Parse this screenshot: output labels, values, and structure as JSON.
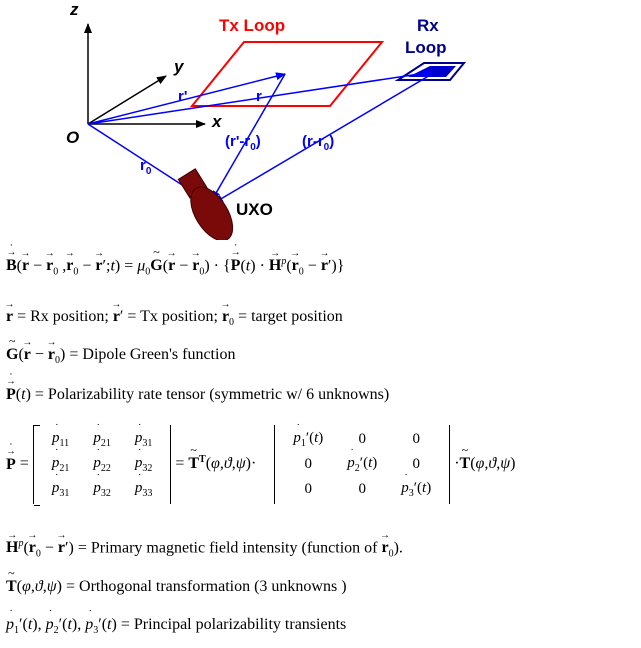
{
  "diagram": {
    "labels": {
      "z": "z",
      "y": "y",
      "x": "x",
      "origin": "O",
      "tx_loop": "Tx Loop",
      "rx_loop_1": "Rx",
      "rx_loop_2": "Loop",
      "r_prime": "r'",
      "r": "r",
      "r_prime_minus_r0": "(r'-r",
      "r_prime_minus_r0_sub": "0",
      "r_minus_r0": "(r-r",
      "r_minus_r0_sub": "0",
      "r0": "r",
      "r0_sub": "0",
      "uxo": "UXO"
    },
    "colors": {
      "tx_loop": "#ff0000",
      "rx_loop": "#00008b",
      "vectors": "#0000ff",
      "uxo_body": "#7a0a0a",
      "axes": "#000000"
    }
  },
  "equations": {
    "eq1": {
      "lhs": "(r − r₀, r₀ − r′; t) = μ₀",
      "rhs": "(r − r₀) · {P(t) · Hᵖ(r₀ − r′)}"
    },
    "eq2": {
      "part1": " = Rx position; ",
      "part2": " = Tx position; ",
      "part3": " = target position"
    },
    "eq3": {
      "text": " =  Dipole Green's function"
    },
    "eq4": {
      "text": " = Polarizability rate tensor (symmetric w/ 6 unknowns)"
    },
    "eq5": {
      "matrix_left": [
        [
          "p11",
          "p21",
          "p31"
        ],
        [
          "p21",
          "p22",
          "p32"
        ],
        [
          "p31",
          "p32",
          "p33"
        ]
      ],
      "middle": " = T",
      "middle_sup": "T",
      "args": "(φ,ϑ,ψ)·",
      "diag": [
        "p1'(t)",
        "p2'(t)",
        "p3'(t)"
      ],
      "zero": "0",
      "right": "·T(φ,ϑ,ψ)"
    },
    "eq6": {
      "text": " = Primary magnetic field intensity (function of "
    },
    "eq7": {
      "text": " =  Orthogonal transformation (3 unknowns )"
    },
    "eq8": {
      "text": " = Principal polarizability transients"
    }
  }
}
